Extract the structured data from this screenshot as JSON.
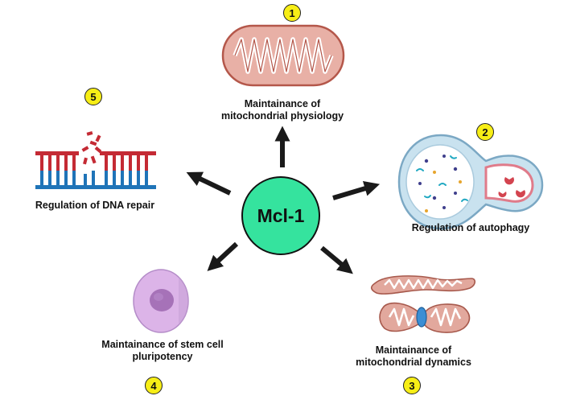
{
  "center": {
    "label": "Mcl-1",
    "color": "#35e39e"
  },
  "nodes": [
    {
      "number": "1",
      "lines": [
        "Maintainance of",
        "mitochondrial physiology"
      ]
    },
    {
      "number": "2",
      "lines": [
        "Regulation of autophagy"
      ]
    },
    {
      "number": "3",
      "lines": [
        "Maintainance of",
        "mitochondrial dynamics"
      ]
    },
    {
      "number": "4",
      "lines": [
        "Maintainance of stem cell",
        "pluripotency"
      ]
    },
    {
      "number": "5",
      "lines": [
        "Regulation of DNA repair"
      ]
    }
  ],
  "icons": {
    "node1": "mitochondrion-icon",
    "node2": "autophagosome-lysosome-fusion-icon",
    "node3": "mitochondrial-fission-icon",
    "node4": "stem-cell-icon",
    "node5": "dna-damage-icon"
  },
  "colors": {
    "badge": "#f7ee16",
    "mito_fill": "#e8b0a6",
    "mito_stroke": "#b4574a",
    "dna_red": "#c42a34",
    "dna_blue": "#1f74b8",
    "stem_cell": "#dcb4e8"
  }
}
